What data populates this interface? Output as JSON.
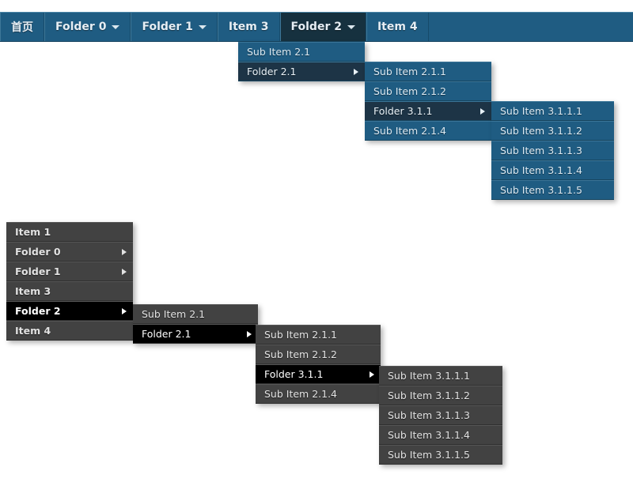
{
  "navbar": {
    "items": [
      {
        "label": "首页",
        "has_caret": false,
        "active": false
      },
      {
        "label": "Folder 0",
        "has_caret": true,
        "active": false
      },
      {
        "label": "Folder 1",
        "has_caret": true,
        "active": false
      },
      {
        "label": "Item 3",
        "has_caret": false,
        "active": false
      },
      {
        "label": "Folder 2",
        "has_caret": true,
        "active": true
      },
      {
        "label": "Item 4",
        "has_caret": false,
        "active": false
      }
    ]
  },
  "top_menus": {
    "folder2_level1": [
      {
        "label": "Sub Item 2.1",
        "arrow": false,
        "hover": false
      },
      {
        "label": "Folder 2.1",
        "arrow": true,
        "hover": true
      }
    ],
    "folder21_level2": [
      {
        "label": "Sub Item 2.1.1",
        "arrow": false,
        "hover": false
      },
      {
        "label": "Sub Item 2.1.2",
        "arrow": false,
        "hover": false
      },
      {
        "label": "Folder 3.1.1",
        "arrow": true,
        "hover": true
      },
      {
        "label": "Sub Item 2.1.4",
        "arrow": false,
        "hover": false
      }
    ],
    "folder311_level3": [
      {
        "label": "Sub Item 3.1.1.1",
        "arrow": false,
        "hover": false
      },
      {
        "label": "Sub Item 3.1.1.2",
        "arrow": false,
        "hover": false
      },
      {
        "label": "Sub Item 3.1.1.3",
        "arrow": false,
        "hover": false
      },
      {
        "label": "Sub Item 3.1.1.4",
        "arrow": false,
        "hover": false
      },
      {
        "label": "Sub Item 3.1.1.5",
        "arrow": false,
        "hover": false
      }
    ]
  },
  "vertical_menu": {
    "root": [
      {
        "label": "Item 1",
        "arrow": false,
        "hover": false
      },
      {
        "label": "Folder 0",
        "arrow": true,
        "hover": false
      },
      {
        "label": "Folder 1",
        "arrow": true,
        "hover": false
      },
      {
        "label": "Item 3",
        "arrow": false,
        "hover": false
      },
      {
        "label": "Folder 2",
        "arrow": true,
        "hover": true
      },
      {
        "label": "Item 4",
        "arrow": false,
        "hover": false
      }
    ],
    "folder2_level1": [
      {
        "label": "Sub Item 2.1",
        "arrow": false,
        "hover": false
      },
      {
        "label": "Folder 2.1",
        "arrow": true,
        "hover": true
      }
    ],
    "folder21_level2": [
      {
        "label": "Sub Item 2.1.1",
        "arrow": false,
        "hover": false
      },
      {
        "label": "Sub Item 2.1.2",
        "arrow": false,
        "hover": false
      },
      {
        "label": "Folder 3.1.1",
        "arrow": true,
        "hover": true
      },
      {
        "label": "Sub Item 2.1.4",
        "arrow": false,
        "hover": false
      }
    ],
    "folder311_level3": [
      {
        "label": "Sub Item 3.1.1.1",
        "arrow": false,
        "hover": false
      },
      {
        "label": "Sub Item 3.1.1.2",
        "arrow": false,
        "hover": false
      },
      {
        "label": "Sub Item 3.1.1.3",
        "arrow": false,
        "hover": false
      },
      {
        "label": "Sub Item 3.1.1.4",
        "arrow": false,
        "hover": false
      },
      {
        "label": "Sub Item 3.1.1.5",
        "arrow": false,
        "hover": false
      }
    ]
  },
  "colors": {
    "navbar_bg": "#1f5c82",
    "navbar_active_bg": "#16313f",
    "blue_item_bg": "#1f5c82",
    "blue_item_hover_bg": "#1d3446",
    "dark_item_bg": "#424242",
    "dark_item_hover_bg": "#000000",
    "blue_text": "#dbe9f2",
    "dark_text": "#e2e2e2",
    "page_bg": "#ffffff"
  }
}
